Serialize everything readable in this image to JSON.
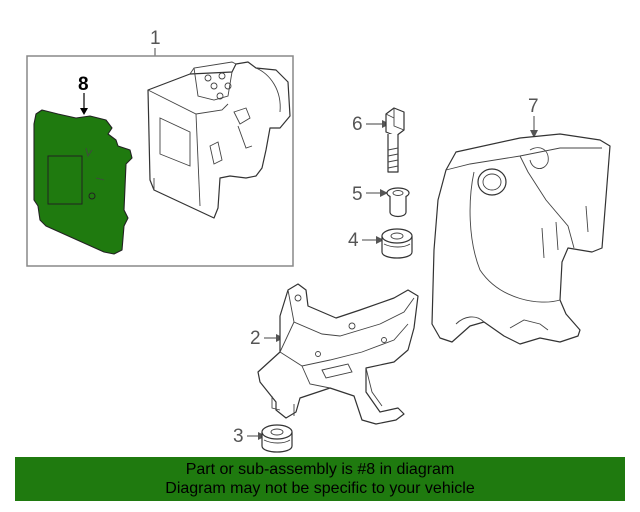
{
  "callouts": {
    "c1": "1",
    "c2": "2",
    "c3": "3",
    "c4": "4",
    "c5": "5",
    "c6": "6",
    "c7": "7",
    "c8": "8"
  },
  "highlight": {
    "part_number": "8",
    "color": "#1f7a0f"
  },
  "banner": {
    "line1": "Part or sub-assembly is #8 in diagram",
    "line2": "Diagram may not be specific to your vehicle",
    "background": "#1f7a0f"
  },
  "colors": {
    "line": "#666666",
    "part_outline": "#333333",
    "highlight_fill": "#1f7a0f"
  }
}
